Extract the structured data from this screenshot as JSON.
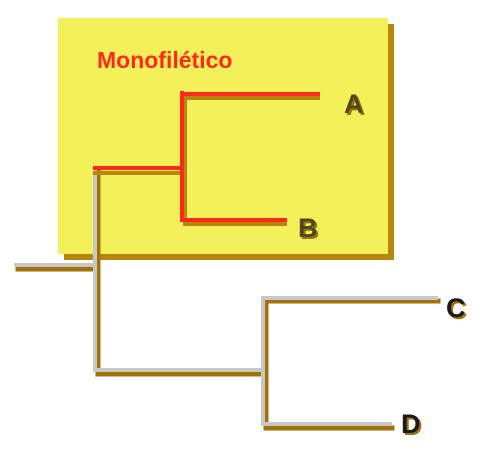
{
  "diagram": {
    "title": "Monofilético",
    "taxa": [
      {
        "id": "A",
        "label": "A",
        "in_group": true
      },
      {
        "id": "B",
        "label": "B",
        "in_group": true
      },
      {
        "id": "C",
        "label": "C",
        "in_group": false
      },
      {
        "id": "D",
        "label": "D",
        "in_group": false
      }
    ],
    "topology": "(((A,B),(C,D)))",
    "highlighted_clade": [
      "A",
      "B"
    ]
  },
  "colors": {
    "clade_box": "#f4f05a",
    "clade_box_shadow": "#b8860b",
    "title": "#ff2a1a",
    "in_group_branch": "#ff2a1a",
    "in_group_branch_shadow": "#b8860b",
    "out_group_branch": "#c8c8c8",
    "out_group_branch_shadow": "#a0720a",
    "in_group_label": "#4a4a1e",
    "out_group_label": "#1a1a1a",
    "label_shadow": "#a0720a"
  }
}
